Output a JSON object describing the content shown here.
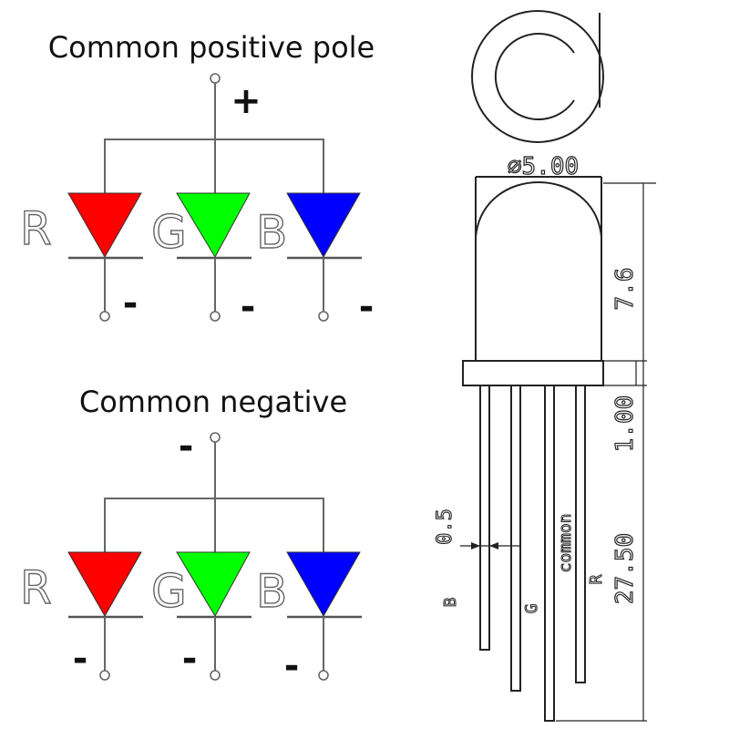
{
  "top_schematic": {
    "title": "Common positive pole",
    "common_sign": "+",
    "channel_signs": [
      "-",
      "-",
      "-"
    ],
    "letters": [
      "R",
      "G",
      "B"
    ]
  },
  "bottom_schematic": {
    "title": "Common negative",
    "common_sign": "-",
    "channel_signs": [
      "-",
      "-",
      "-"
    ],
    "letters": [
      "R",
      "G",
      "B"
    ]
  },
  "colors": {
    "red": "#ff0000",
    "green": "#00ff00",
    "blue": "#0000ff"
  },
  "led_drawing": {
    "diameter": "⌀5.00",
    "body_height": "7.6",
    "flange": "1.00",
    "lead_length": "27.50",
    "lead_spacing": "0.5",
    "pin_labels": {
      "b": "B",
      "g": "G",
      "common": "common",
      "r": "R"
    }
  }
}
